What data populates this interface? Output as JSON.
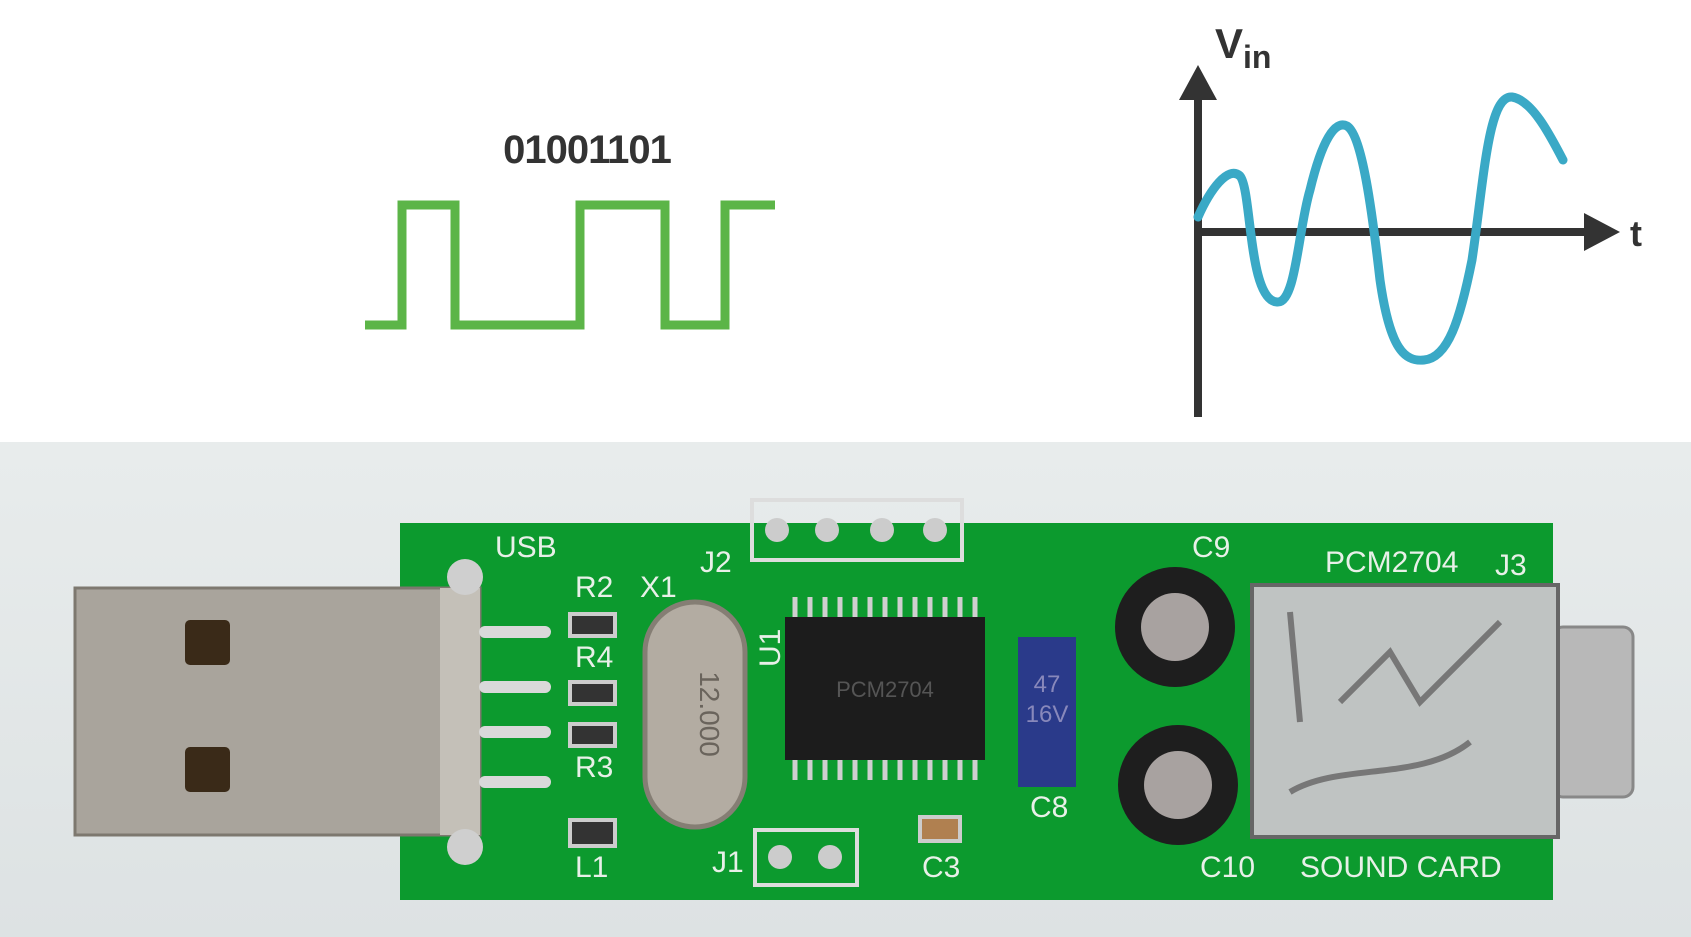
{
  "digital_signal": {
    "bits_label": "01001101",
    "color": "#5cb548"
  },
  "analog_signal": {
    "y_axis_label": "V",
    "y_axis_subscript": "in",
    "x_axis_label": "t",
    "color": "#3aa9c6"
  },
  "board": {
    "silkscreen": {
      "usb": "USB",
      "r2": "R2",
      "x1": "X1",
      "j2": "J2",
      "u1": "U1",
      "c9": "C9",
      "chip_name": "PCM2704",
      "j3": "J3",
      "r4": "R4",
      "r3": "R3",
      "l1": "L1",
      "j1": "J1",
      "c3": "C3",
      "c8": "C8",
      "c10": "C10",
      "product": "SOUND CARD"
    },
    "crystal_marking": "12.000",
    "chip_marking": "PCM2704",
    "capacitor_value": "47",
    "capacitor_voltage": "16V",
    "pcb_color": "#0c9a2e"
  }
}
